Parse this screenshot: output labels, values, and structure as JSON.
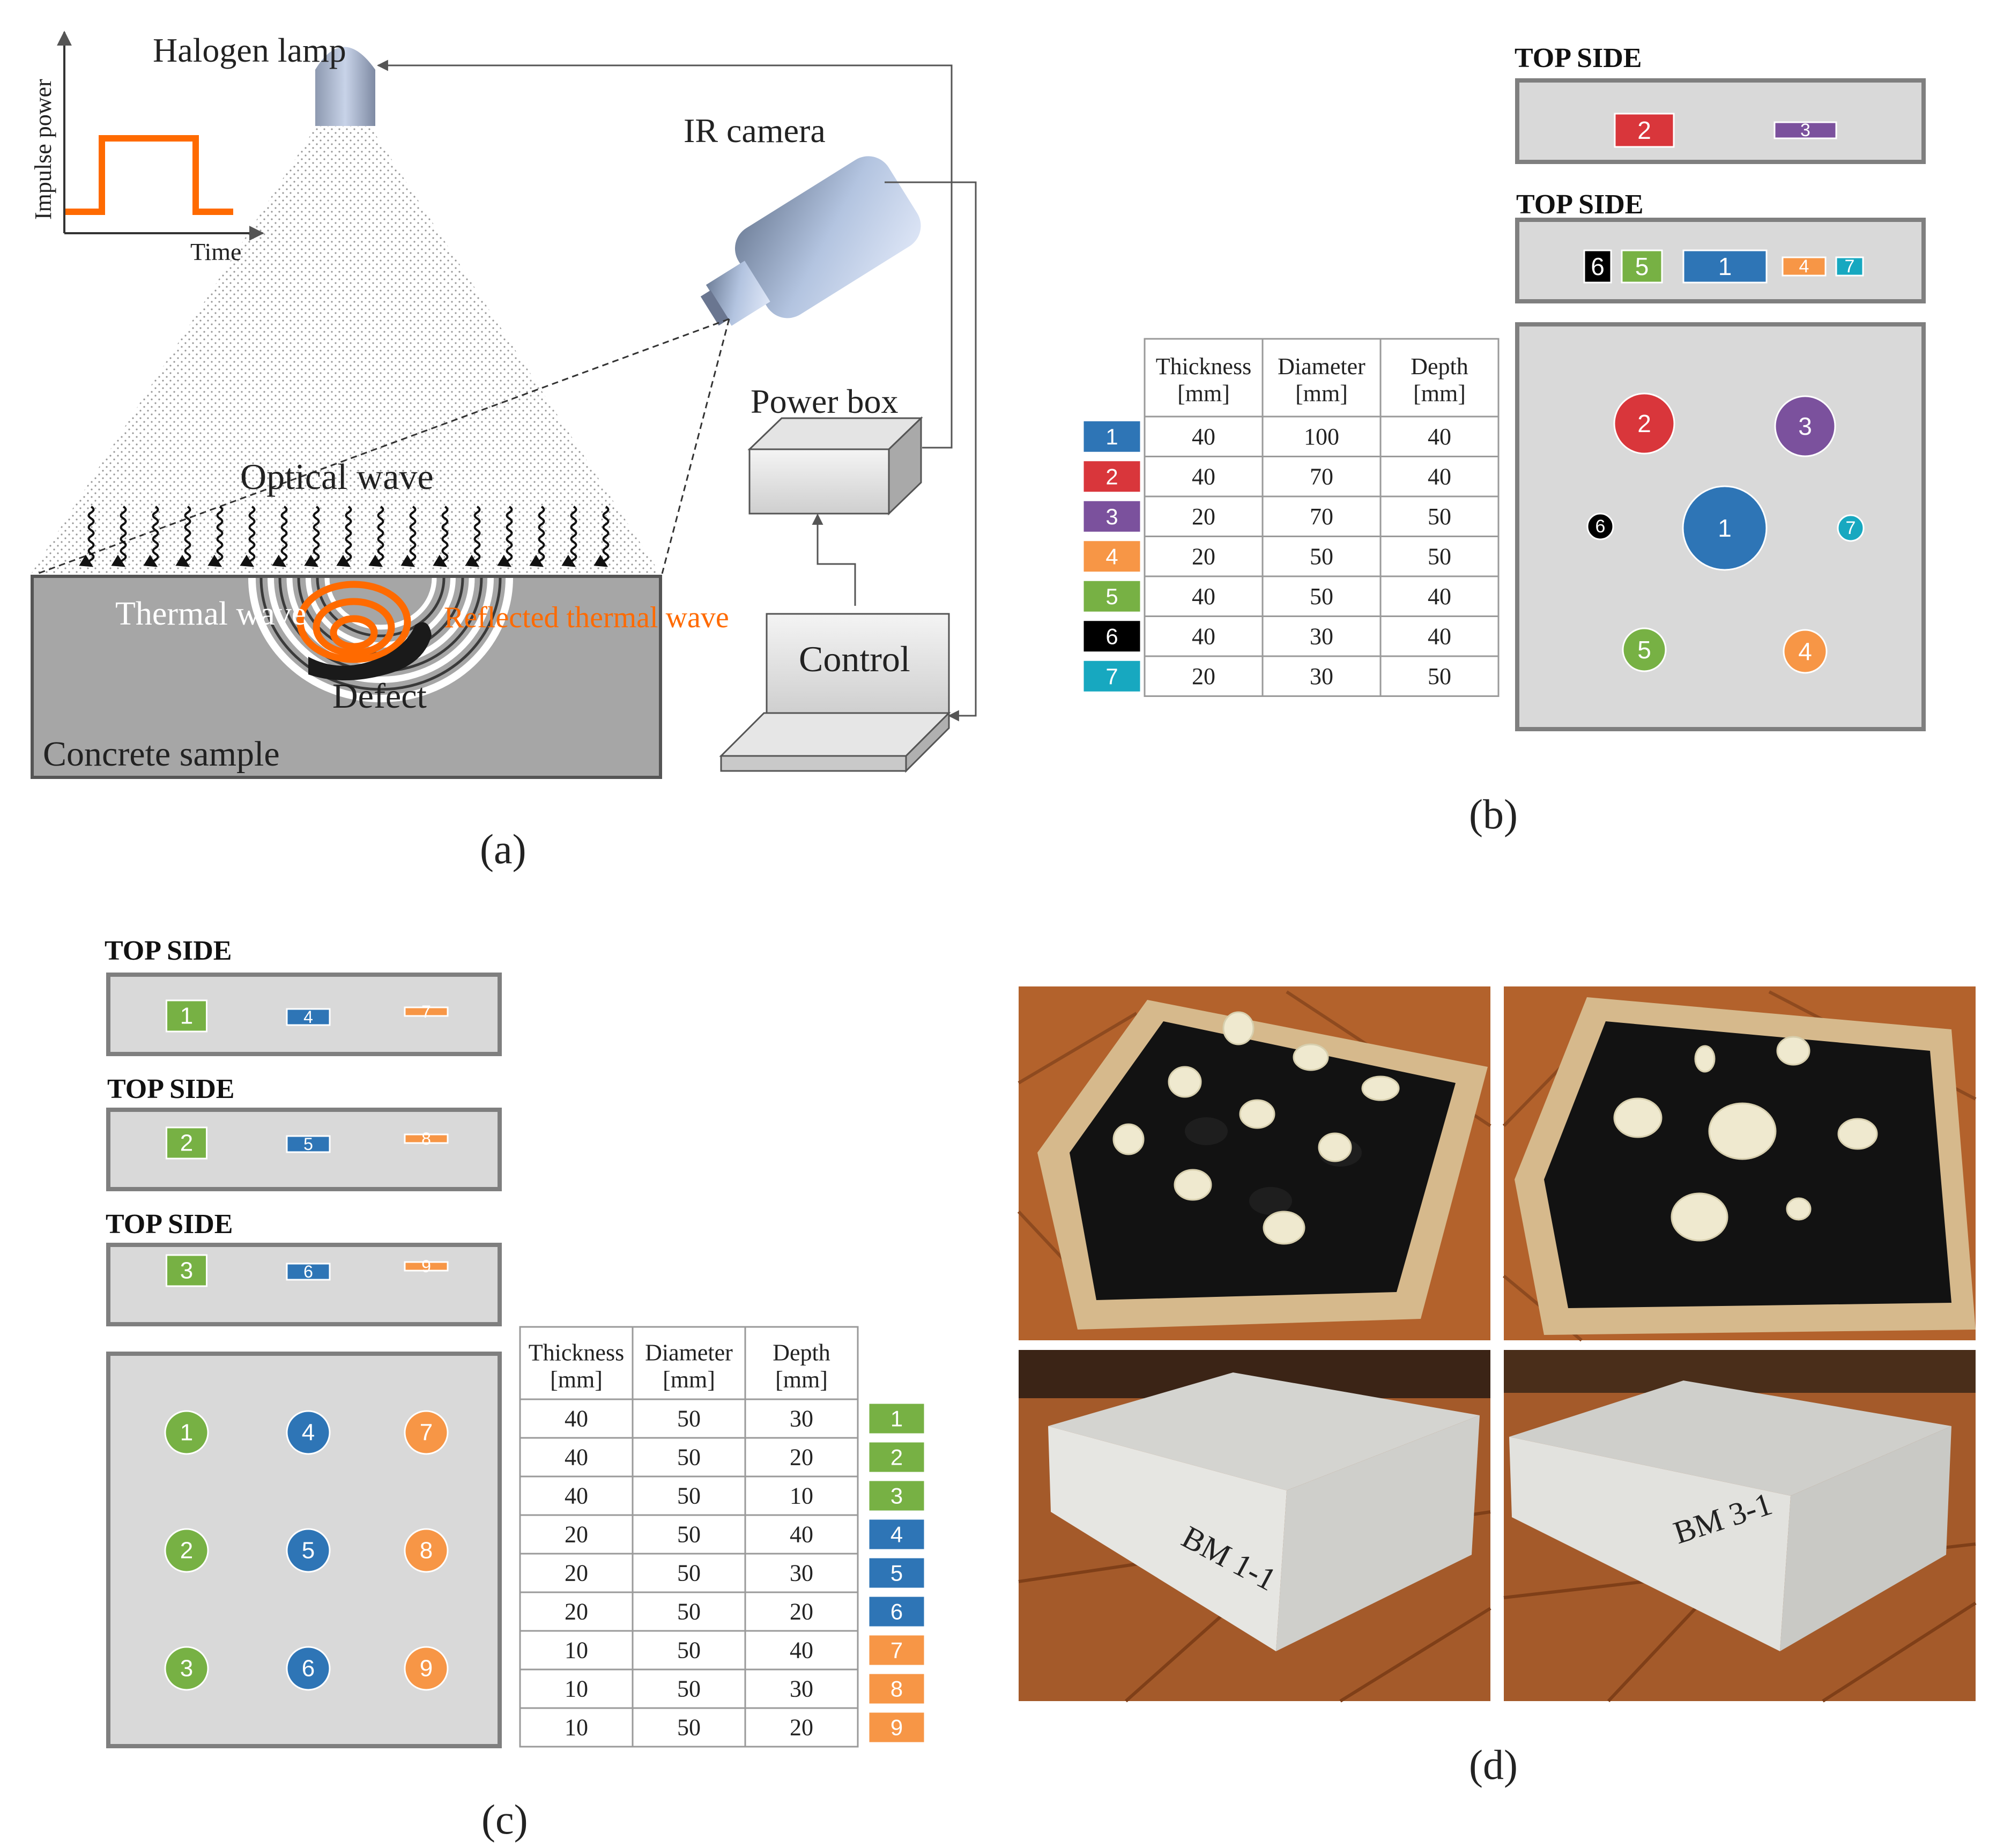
{
  "panel_a": {
    "caption": "(a)",
    "halogen_lamp": "Halogen lamp",
    "ir_camera": "IR camera",
    "power_box": "Power box",
    "control": "Control",
    "optical_wave": "Optical wave",
    "thermal_wave": "Thermal wave",
    "reflected_thermal_wave": "Reflected thermal wave",
    "defect": "Defect",
    "concrete_sample": "Concrete sample",
    "pulse_chart": {
      "ylabel": "Impulse power",
      "xlabel": "Time",
      "color": "#ff6a00"
    }
  },
  "panel_b": {
    "caption": "(b)",
    "top_side_label": "TOP SIDE",
    "headers": [
      "Thickness [mm]",
      "Diameter [mm]",
      "Depth [mm]"
    ],
    "rows": [
      {
        "id": "1",
        "color": "#2e75b6",
        "values": [
          "40",
          "100",
          "40"
        ]
      },
      {
        "id": "2",
        "color": "#d9363b",
        "values": [
          "40",
          "70",
          "40"
        ]
      },
      {
        "id": "3",
        "color": "#7b519d",
        "values": [
          "20",
          "70",
          "50"
        ]
      },
      {
        "id": "4",
        "color": "#f79646",
        "values": [
          "20",
          "50",
          "50"
        ]
      },
      {
        "id": "5",
        "color": "#77b144",
        "values": [
          "40",
          "50",
          "40"
        ]
      },
      {
        "id": "6",
        "color": "#000000",
        "values": [
          "40",
          "30",
          "40"
        ]
      },
      {
        "id": "7",
        "color": "#17a8c0",
        "values": [
          "20",
          "30",
          "50"
        ]
      }
    ]
  },
  "panel_c": {
    "caption": "(c)",
    "top_side_label": "TOP SIDE",
    "headers": [
      "Thickness [mm]",
      "Diameter [mm]",
      "Depth [mm]"
    ],
    "rows": [
      {
        "id": "1",
        "color": "#77b144",
        "values": [
          "40",
          "50",
          "30"
        ]
      },
      {
        "id": "2",
        "color": "#77b144",
        "values": [
          "40",
          "50",
          "20"
        ]
      },
      {
        "id": "3",
        "color": "#77b144",
        "values": [
          "40",
          "50",
          "10"
        ]
      },
      {
        "id": "4",
        "color": "#2e75b6",
        "values": [
          "20",
          "50",
          "40"
        ]
      },
      {
        "id": "5",
        "color": "#2e75b6",
        "values": [
          "20",
          "50",
          "30"
        ]
      },
      {
        "id": "6",
        "color": "#2e75b6",
        "values": [
          "20",
          "50",
          "20"
        ]
      },
      {
        "id": "7",
        "color": "#f79646",
        "values": [
          "10",
          "50",
          "40"
        ]
      },
      {
        "id": "8",
        "color": "#f79646",
        "values": [
          "10",
          "50",
          "30"
        ]
      },
      {
        "id": "9",
        "color": "#f79646",
        "values": [
          "10",
          "50",
          "20"
        ]
      }
    ]
  },
  "panel_d": {
    "caption": "(d)",
    "photo_marks": [
      "BM 1-1",
      "BM 3-1"
    ]
  }
}
